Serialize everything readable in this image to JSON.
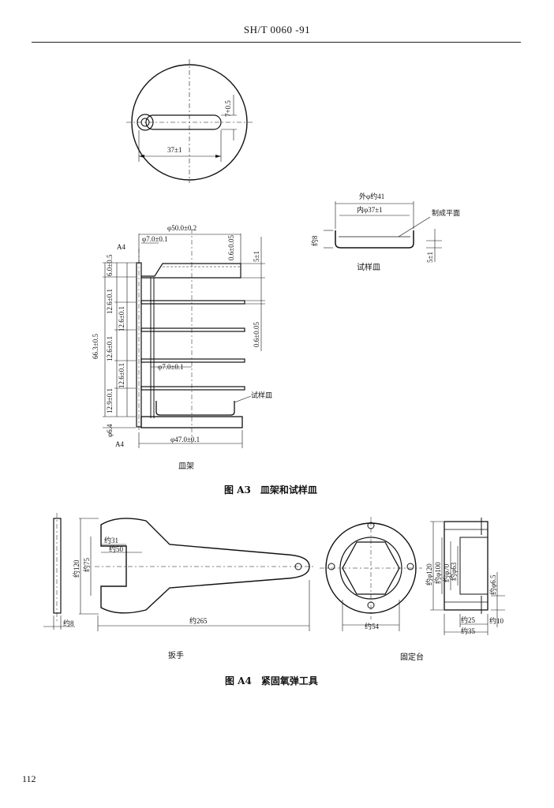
{
  "header": {
    "standard_code": "SH/T 0060 -91"
  },
  "page_number": "112",
  "figure_a3": {
    "caption": "图 A3　皿架和试样皿",
    "rack_label": "皿架",
    "dish_label": "试样皿",
    "top_view": {
      "dim_slot_length": "37±1",
      "dim_slot_width": "7+0.5"
    },
    "dish": {
      "outer": "外φ约41",
      "inner": "内φ37±1",
      "note": "制成平面",
      "height": "约8",
      "bottom": "5±1"
    },
    "rack": {
      "dia_top": "φ50.0±0.2",
      "dia_rod": "φ7.0±0.1",
      "dia_inner": "φ7.0±0.1",
      "dia_base": "φ47.0±0.1",
      "thk1": "0.6±0.05",
      "thk2": "5±1",
      "thk3": "0.6±0.05",
      "a4_top": "A4",
      "a4_bottom": "A4",
      "h_total": "66.3±0.5",
      "h1": "6.0±0.5",
      "h2": "12.6±0.1",
      "h3": "12.6±0.1",
      "h4": "12.6±0.1",
      "h5": "12.6±0.1",
      "h6": "12.9±0.1",
      "base": "φ6.4",
      "dish_tag": "试样皿"
    }
  },
  "figure_a4": {
    "caption": "图 A4　紧固氧弹工具",
    "wrench_label": "扳手",
    "fixture_label": "固定台",
    "wrench": {
      "d_outer": "约120",
      "d_mid": "约75",
      "w1": "约31",
      "w2": "约50",
      "len": "约265",
      "thk": "约8"
    },
    "fixture": {
      "d1": "约φ120",
      "d2": "约φ100",
      "d3": "约φ70",
      "d4": "约φ63",
      "hex": "约54",
      "hole": "约φ6.5",
      "h1": "约10",
      "h2": "约25",
      "h3": "约35"
    }
  }
}
